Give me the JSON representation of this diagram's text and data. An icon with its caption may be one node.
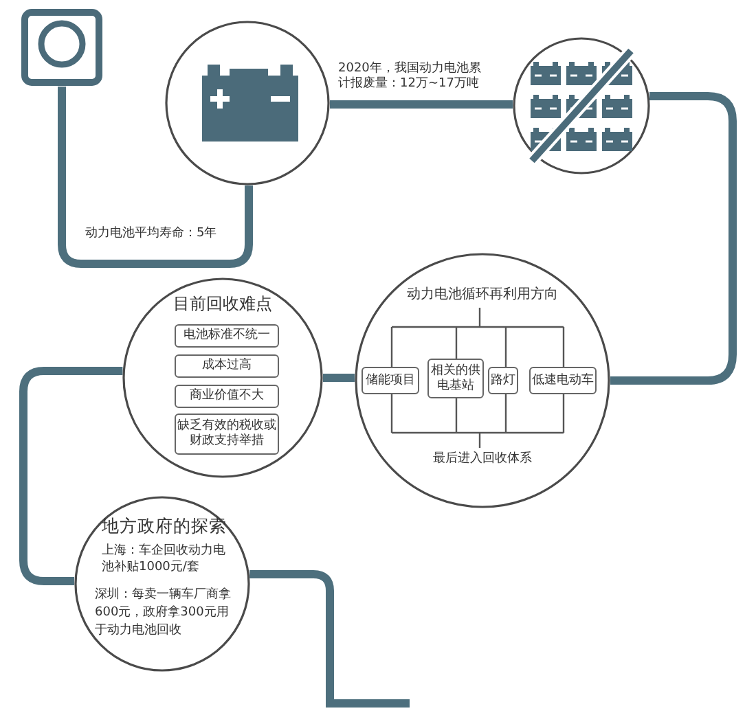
{
  "diagram": {
    "nodes": [
      {
        "text": [],
        "shape": "picture"
      },
      {
        "text": [],
        "shape": "circle"
      },
      {
        "text": [],
        "shape": "circle"
      },
      {
        "text": [
          "动力电池循环再利用方向",
          "最后进入回收体系"
        ]
      },
      {
        "text": [
          "储能项目"
        ],
        "in": 3
      },
      {
        "text": [
          "相关的供电基站"
        ],
        "in": 3
      },
      {
        "text": [
          "路灯"
        ],
        "in": 3
      },
      {
        "text": [
          "低速电动车"
        ],
        "in": 3
      },
      {
        "text": [
          "目前回收难点"
        ]
      },
      {
        "text": [
          "电池标准不统一"
        ],
        "in": 8
      },
      {
        "text": [
          "成本过高"
        ],
        "in": 8
      },
      {
        "text": [
          "商业价值不大"
        ],
        "in": 8
      },
      {
        "text": [
          "缺乏有效的税收或财政支持举措"
        ],
        "in": 8
      },
      {
        "text": [
          "地方政府的探索",
          "上海：车企回收动力电池补贴1000元/套",
          "深圳：每卖一辆车厂商拿600元，政府拿300元用于动力电池回收"
        ]
      }
    ],
    "edges": [
      {
        "from": 0,
        "to": 1,
        "arrow": "none",
        "label": "动力电池平均寿命：5年"
      },
      {
        "from": 1,
        "to": 2,
        "arrow": "none",
        "label": "2020年，我国动力电池累计报废量：12万~17万吨"
      },
      {
        "from": 2,
        "to": 3,
        "arrow": "none"
      },
      {
        "from": 3,
        "to": 8,
        "arrow": "none"
      },
      {
        "from": 8,
        "to": 13,
        "arrow": "none"
      },
      {
        "from": 13,
        "to": null,
        "arrow": "none"
      }
    ]
  }
}
